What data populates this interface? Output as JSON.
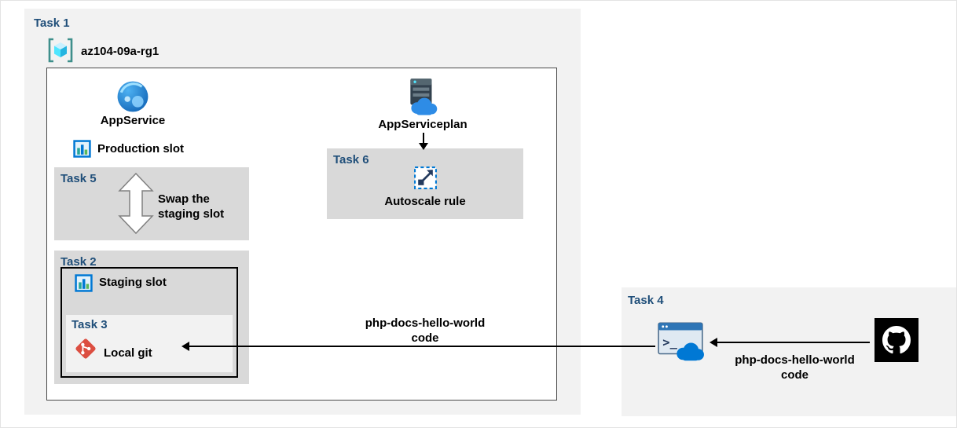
{
  "colors": {
    "task_label": "#1F4E79",
    "outer_panel": "#F2F2F2",
    "task_box": "#D9D9D9",
    "text": "#000000",
    "azure_blue": "#0078D4",
    "git_red": "#DC4E41",
    "github_black": "#000000"
  },
  "icons": {
    "resource_group": "cube-in-brackets",
    "app_service": "blue-globe",
    "app_service_plan": "server-with-cloud",
    "deployment_slot": "window-with-bars",
    "swap": "double-vertical-arrow",
    "git": "red-diamond-git",
    "autoscale": "dashed-box-diagonal-arrow",
    "cloud_shell": "terminal-with-cloud",
    "github": "github-octocat"
  },
  "task1": {
    "label": "Task 1"
  },
  "resource_group": {
    "name": "az104-09a-rg1"
  },
  "app_service": {
    "label": "AppService"
  },
  "app_service_plan": {
    "label": "AppServiceplan"
  },
  "production_slot": {
    "label": "Production slot"
  },
  "task5": {
    "label": "Task 5",
    "caption": "Swap the\nstaging slot"
  },
  "task2": {
    "label": "Task 2"
  },
  "staging_slot": {
    "label": "Staging slot"
  },
  "task3": {
    "label": "Task 3",
    "caption": "Local git"
  },
  "task6": {
    "label": "Task 6",
    "caption": "Autoscale rule"
  },
  "code_note_main": {
    "text": "php-docs-hello-world\ncode"
  },
  "task4": {
    "label": "Task 4",
    "code_note": "php-docs-hello-world\ncode"
  }
}
